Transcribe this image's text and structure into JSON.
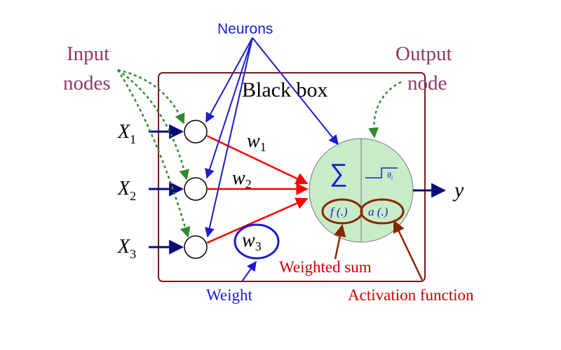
{
  "labels": {
    "neurons": "Neurons",
    "input_nodes_line1": "Input",
    "input_nodes_line2": "nodes",
    "output_node_line1": "Output",
    "output_node_line2": "node",
    "black_box": "Black box",
    "weight": "Weight",
    "weighted_sum": "Weighted sum",
    "activation_function": "Activation function",
    "output_y": "y"
  },
  "inputs": [
    {
      "base": "X",
      "sub": "1"
    },
    {
      "base": "X",
      "sub": "2"
    },
    {
      "base": "X",
      "sub": "3"
    }
  ],
  "weights": [
    {
      "base": "w",
      "sub": "1"
    },
    {
      "base": "w",
      "sub": "2"
    },
    {
      "base": "w",
      "sub": "3"
    }
  ],
  "output_neuron": {
    "sum_symbol": "∑",
    "threshold_symbol": "θ",
    "threshold_sub": "i",
    "sum_func": "f (.)",
    "activation_func": "a (.)"
  },
  "colors": {
    "label_purple": "#8b3a62",
    "blue": "#1c1ccc",
    "navy": "#0a0a7a",
    "red": "#ff0000",
    "green": "#2e8b2e",
    "brown": "#8b2500",
    "box_border": "#7a1a1a",
    "neuron_fill": "#c8ecc8"
  }
}
